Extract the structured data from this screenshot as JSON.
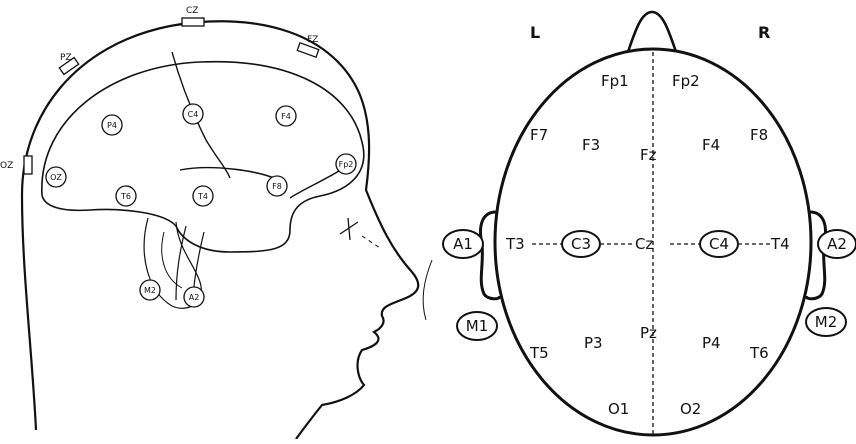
{
  "side_view": {
    "top_electrodes": [
      "CZ",
      "FZ",
      "PZ",
      "OZ"
    ],
    "electrodes": [
      "P4",
      "C4",
      "F4",
      "OZ",
      "T6",
      "T4",
      "F8",
      "Fp2",
      "M2",
      "A2"
    ]
  },
  "top_view": {
    "side_left": "L",
    "side_right": "R",
    "electrodes": [
      "Fp1",
      "Fp2",
      "F7",
      "F3",
      "Fz",
      "F4",
      "F8",
      "T3",
      "Cz",
      "T4",
      "T5",
      "P3",
      "Pz",
      "P4",
      "T6",
      "O1",
      "O2"
    ],
    "reference_electrodes": [
      "A1",
      "C3",
      "C4",
      "A2",
      "M1",
      "M2"
    ]
  }
}
